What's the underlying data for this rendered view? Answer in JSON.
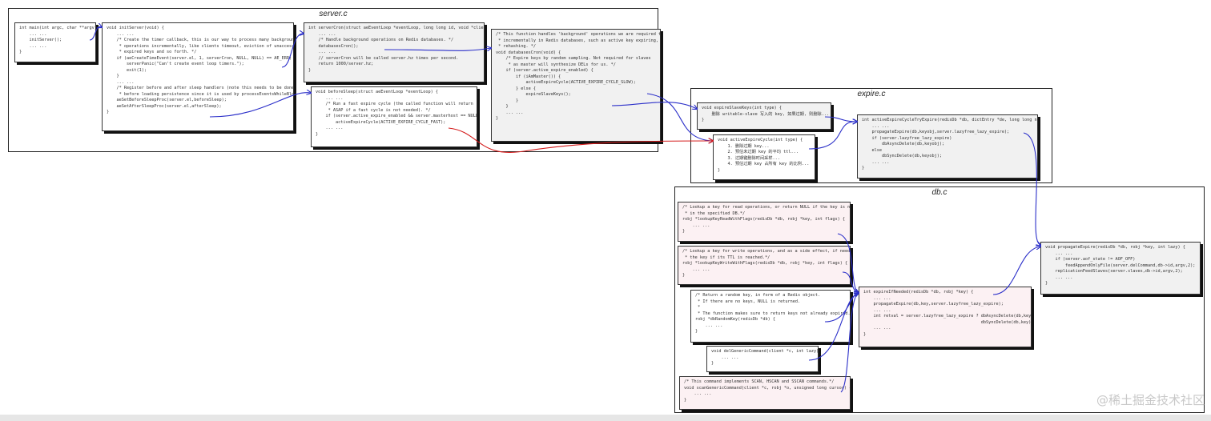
{
  "groups": {
    "server": "server.c",
    "expire": "expire.c",
    "db": "db.c"
  },
  "boxes": {
    "main": "int main(int argc, char **argv) {\n    ... ...\n    initServer();\n    ... ...\n}",
    "initServer": "void initServer(void) {\n    ... ...\n    /* Create the timer callback, this is our way to process many background\n     * operations incrementally, like clients timeout, eviction of unaccessed\n     * expired keys and so forth. */\n    if (aeCreateTimeEvent(server.el, 1, serverCron, NULL, NULL) == AE_ERR) {\n        serverPanic(\"Can't create event loop timers.\");\n        exit(1);\n    }\n    ... ...\n    /* Register before and after sleep handlers (note this needs to be done\n     * before loading persistence since it is used by processEventsWhileBlocked. */\n    aeSetBeforeSleepProc(server.el,beforeSleep);\n    aeSetAfterSleepProc(server.el,afterSleep);\n}",
    "serverCron": "int serverCron(struct aeEventLoop *eventLoop, long long id, void *clientData) {\n    ... ...\n    /* Handle background operations on Redis databases. */\n    databasesCron();\n    ... ...\n    // serverCron will be called server.hz times per second.\n    return 1000/server.hz;\n}",
    "beforeSleep": "void beforeSleep(struct aeEventLoop *eventLoop) {\n    ... ...\n    /* Run a fast expire cycle (the called function will return\n     * ASAP if a fast cycle is not needed). */\n    if (server.active_expire_enabled && server.masterhost == NULL)\n        activeExpireCycle(ACTIVE_EXPIRE_CYCLE_FAST);\n    ... ...\n}",
    "databasesCron": "/* This function handles 'background' operations we are required to do\n * incrementally in Redis databases, such as active key expiring, resizing,\n * rehashing. */\nvoid databasesCron(void) {\n    /* Expire keys by random sampling. Not required for slaves\n     * as master will synthesize DELs for us. */\n    if (server.active_expire_enabled) {\n        if (iAmMaster()) {\n            activeExpireCycle(ACTIVE_EXPIRE_CYCLE_SLOW);\n        } else {\n            expireSlaveKeys();\n        }\n    }\n    ... ...\n}",
    "expireSlaveKeys": "void expireSlaveKeys(int type) {\n    删除 writable-slave 写入的 key, 如果过期, 则删除...\n}",
    "activeExpireCycle": "void activeExpireCycle(int type) {\n    1. 删除过期 key...\n    2. 预估未过期 key 的平均 ttl...\n    3. 过期键删除时间采样...\n    4. 预估过期 key 占所有 key 的比例...\n}",
    "activeExpireCycleTryExpire": "int activeExpireCycleTryExpire(redisDb *db, dictEntry *de, long long now) {\n    ... ...\n    propagateExpire(db,keyobj,server.lazyfree_lazy_expire);\n    if (server.lazyfree_lazy_expire)\n        dbAsyncDelete(db,keyobj);\n    else\n        dbSyncDelete(db,keyobj);\n    ... ...\n}",
    "lookupKeyRead": "/* Lookup a key for read operations, or return NULL if the key is not found\n * in the specified DB.*/\nrobj *lookupKeyReadWithFlags(redisDb *db, robj *key, int flags) {\n    ... ...\n}",
    "lookupKeyWrite": "/* Lookup a key for write operations, and as a side effect, if needed, expires\n * the key if its TTL is reached.*/\nrobj *lookupKeyWriteWithFlags(redisDb *db, robj *key, int flags) {\n    ... ...\n}",
    "dbRandomKey": "/* Return a random key, in form of a Redis object.\n * If there are no keys, NULL is returned.\n *\n * The function makes sure to return keys not already expired. */\nrobj *dbRandomKey(redisDb *db) {\n    ... ...\n}",
    "delGenericCommand": "void delGenericCommand(client *c, int lazy) {\n    ... ...\n}",
    "scanGenericCommand": "/* This command implements SCAN, HSCAN and SSCAN commands.*/\nvoid scanGenericCommand(client *c, robj *o, unsigned long cursor) {\n    ... ...\n}",
    "expireIfNeeded": "int expireIfNeeded(redisDb *db, robj *key) {\n    ... ...\n    propagateExpire(db,key,server.lazyfree_lazy_expire);\n    ... ...\n    int retval = server.lazyfree_lazy_expire ? dbAsyncDelete(db,key) :\n                                               dbSyncDelete(db,key);\n    ... ...\n}",
    "propagateExpire": "void propagateExpire(redisDb *db, robj *key, int lazy) {\n    ... ...\n    if (server.aof_state != AOF_OFF)\n        feedAppendOnlyFile(server.delCommand,db->id,argv,2);\n    replicationFeedSlaves(server.slaves,db->id,argv,2);\n    ... ...\n}"
  },
  "watermark": "@稀土掘金技术社区",
  "colors": {
    "arrow_blue": "#2b2fc9",
    "arrow_red": "#d41a1a",
    "pink_fill": "#fcf1f3"
  }
}
